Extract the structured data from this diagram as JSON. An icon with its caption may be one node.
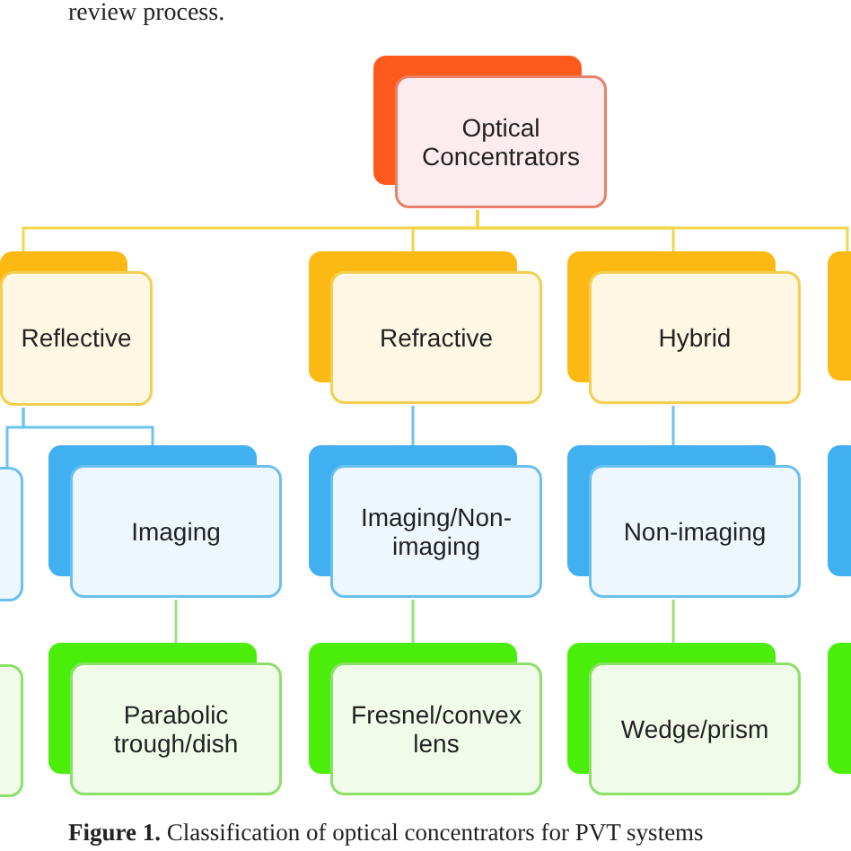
{
  "diagram": {
    "caption": "**Figure 1.** Classification of optical concentrators for PVT systems",
    "nodes": [
      {
        "text": [
          "Optical Concentrators"
        ]
      },
      {
        "text": [
          "Reflective"
        ]
      },
      {
        "text": [
          "Refractive"
        ]
      },
      {
        "text": [
          "Hybrid"
        ]
      },
      {
        "text": [],
        "shape": "box"
      },
      {
        "text": [],
        "shape": "box"
      },
      {
        "text": [
          "Imaging"
        ]
      },
      {
        "text": [
          "Imaging/Non-imaging"
        ]
      },
      {
        "text": [
          "Non-imaging"
        ]
      },
      {
        "text": [],
        "shape": "box"
      },
      {
        "text": [],
        "shape": "box"
      },
      {
        "text": [
          "Parabolic trough/dish"
        ]
      },
      {
        "text": [
          "Fresnel/convex lens"
        ]
      },
      {
        "text": [
          "Wedge/prism"
        ]
      },
      {
        "text": [],
        "shape": "box"
      }
    ],
    "edges": [
      {
        "from": 0,
        "to": 1,
        "arrow": "none"
      },
      {
        "from": 0,
        "to": 2,
        "arrow": "none"
      },
      {
        "from": 0,
        "to": 3,
        "arrow": "none"
      },
      {
        "from": 0,
        "to": 4,
        "arrow": "none"
      },
      {
        "from": 1,
        "to": 5,
        "arrow": "none",
        "color": "#6cc4ea"
      },
      {
        "from": 1,
        "to": 6,
        "arrow": "none",
        "color": "#6cc4ea"
      },
      {
        "from": 2,
        "to": 7,
        "arrow": "none",
        "color": "#6cc4ea"
      },
      {
        "from": 3,
        "to": 8,
        "arrow": "none",
        "color": "#6cc4ea"
      },
      {
        "from": 6,
        "to": 11,
        "arrow": "none",
        "color": "#9be07a"
      },
      {
        "from": 7,
        "to": 12,
        "arrow": "none",
        "color": "#9be07a"
      },
      {
        "from": 8,
        "to": 13,
        "arrow": "none",
        "color": "#9be07a"
      }
    ],
    "labels": [
      "review process."
    ]
  }
}
